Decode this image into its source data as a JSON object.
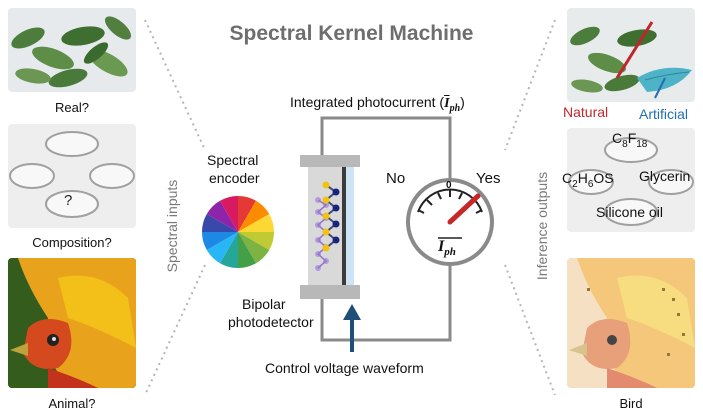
{
  "title": "Spectral Kernel Machine",
  "left_panel": {
    "label": "Spectral inputs",
    "items": [
      {
        "caption": "Real?"
      },
      {
        "caption": "Composition?",
        "dish_mark": "?"
      },
      {
        "caption": "Animal?"
      }
    ]
  },
  "center": {
    "photocurrent_label": "Integrated photocurrent (",
    "photocurrent_symbol": "I",
    "photocurrent_sub": "ph",
    "photocurrent_close": ")",
    "encoder_label_1": "Spectral",
    "encoder_label_2": "encoder",
    "detector_label_1": "Bipolar",
    "detector_label_2": "photodetector",
    "control_label": "Control voltage waveform",
    "meter": {
      "no": "No",
      "yes": "Yes",
      "zero": "0",
      "symbol": "I",
      "sub": "ph"
    }
  },
  "right_panel": {
    "label": "Inference outputs",
    "leaf_labels": {
      "natural": "Natural",
      "artificial": "Artificial"
    },
    "chemicals": {
      "c8f18_a": "C",
      "c8f18_b": "8",
      "c8f18_c": "F",
      "c8f18_d": "18",
      "ethanol": "C",
      "ethanol_2": "2",
      "ethanol_3": "H",
      "ethanol_4": "6",
      "ethanol_5": "OS",
      "glycerin": "Glycerin",
      "silicone": "Silicone oil"
    },
    "bird_caption": "Bird"
  },
  "colors": {
    "title": "#6e6e6e",
    "natural": "#c0262d",
    "artificial": "#1f6fb2",
    "arrow": "#1f4e79",
    "needle": "#c62828"
  }
}
